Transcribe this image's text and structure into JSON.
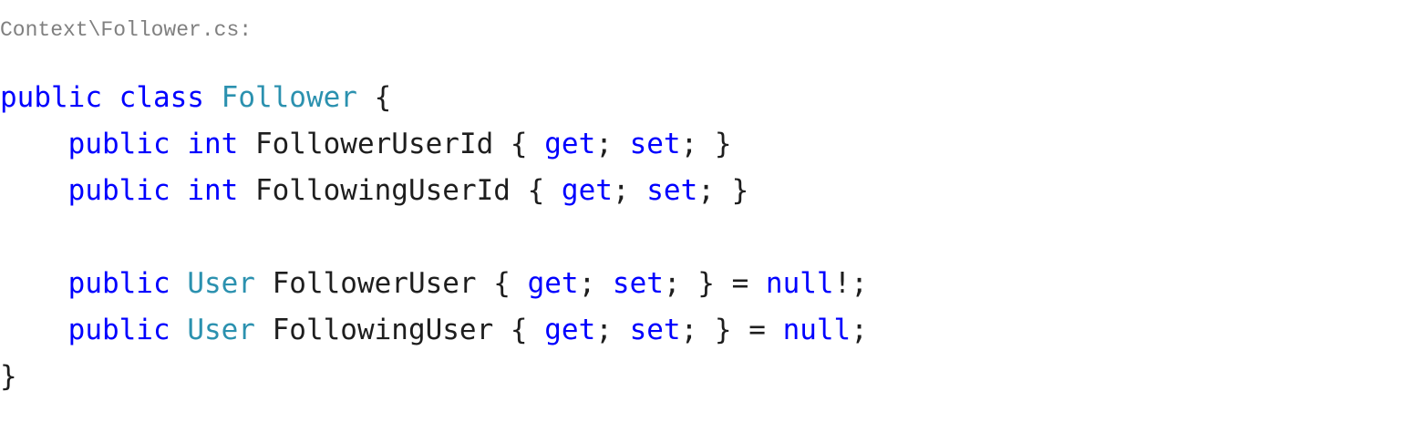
{
  "file_caption": "Context\\Follower.cs:",
  "colors": {
    "keyword": "#0000ff",
    "type": "#2b91af",
    "text": "#1e1e1e",
    "caption": "#808080",
    "background": "#ffffff"
  },
  "code_lines": [
    [
      {
        "text": "public",
        "kind": "kw"
      },
      {
        "text": " ",
        "kind": "plain"
      },
      {
        "text": "class",
        "kind": "kw"
      },
      {
        "text": " ",
        "kind": "plain"
      },
      {
        "text": "Follower",
        "kind": "type"
      },
      {
        "text": " {",
        "kind": "plain"
      }
    ],
    [
      {
        "text": "    ",
        "kind": "plain"
      },
      {
        "text": "public",
        "kind": "kw"
      },
      {
        "text": " ",
        "kind": "plain"
      },
      {
        "text": "int",
        "kind": "kw"
      },
      {
        "text": " FollowerUserId { ",
        "kind": "plain"
      },
      {
        "text": "get",
        "kind": "kw"
      },
      {
        "text": "; ",
        "kind": "plain"
      },
      {
        "text": "set",
        "kind": "kw"
      },
      {
        "text": "; }",
        "kind": "plain"
      }
    ],
    [
      {
        "text": "    ",
        "kind": "plain"
      },
      {
        "text": "public",
        "kind": "kw"
      },
      {
        "text": " ",
        "kind": "plain"
      },
      {
        "text": "int",
        "kind": "kw"
      },
      {
        "text": " FollowingUserId { ",
        "kind": "plain"
      },
      {
        "text": "get",
        "kind": "kw"
      },
      {
        "text": "; ",
        "kind": "plain"
      },
      {
        "text": "set",
        "kind": "kw"
      },
      {
        "text": "; }",
        "kind": "plain"
      }
    ],
    [],
    [
      {
        "text": "    ",
        "kind": "plain"
      },
      {
        "text": "public",
        "kind": "kw"
      },
      {
        "text": " ",
        "kind": "plain"
      },
      {
        "text": "User",
        "kind": "type"
      },
      {
        "text": " FollowerUser { ",
        "kind": "plain"
      },
      {
        "text": "get",
        "kind": "kw"
      },
      {
        "text": "; ",
        "kind": "plain"
      },
      {
        "text": "set",
        "kind": "kw"
      },
      {
        "text": "; } = ",
        "kind": "plain"
      },
      {
        "text": "null",
        "kind": "kw"
      },
      {
        "text": "!;",
        "kind": "plain"
      }
    ],
    [
      {
        "text": "    ",
        "kind": "plain"
      },
      {
        "text": "public",
        "kind": "kw"
      },
      {
        "text": " ",
        "kind": "plain"
      },
      {
        "text": "User",
        "kind": "type"
      },
      {
        "text": " FollowingUser { ",
        "kind": "plain"
      },
      {
        "text": "get",
        "kind": "kw"
      },
      {
        "text": "; ",
        "kind": "plain"
      },
      {
        "text": "set",
        "kind": "kw"
      },
      {
        "text": "; } = ",
        "kind": "plain"
      },
      {
        "text": "null",
        "kind": "kw"
      },
      {
        "text": ";",
        "kind": "plain"
      }
    ],
    [
      {
        "text": "}",
        "kind": "plain"
      }
    ]
  ]
}
